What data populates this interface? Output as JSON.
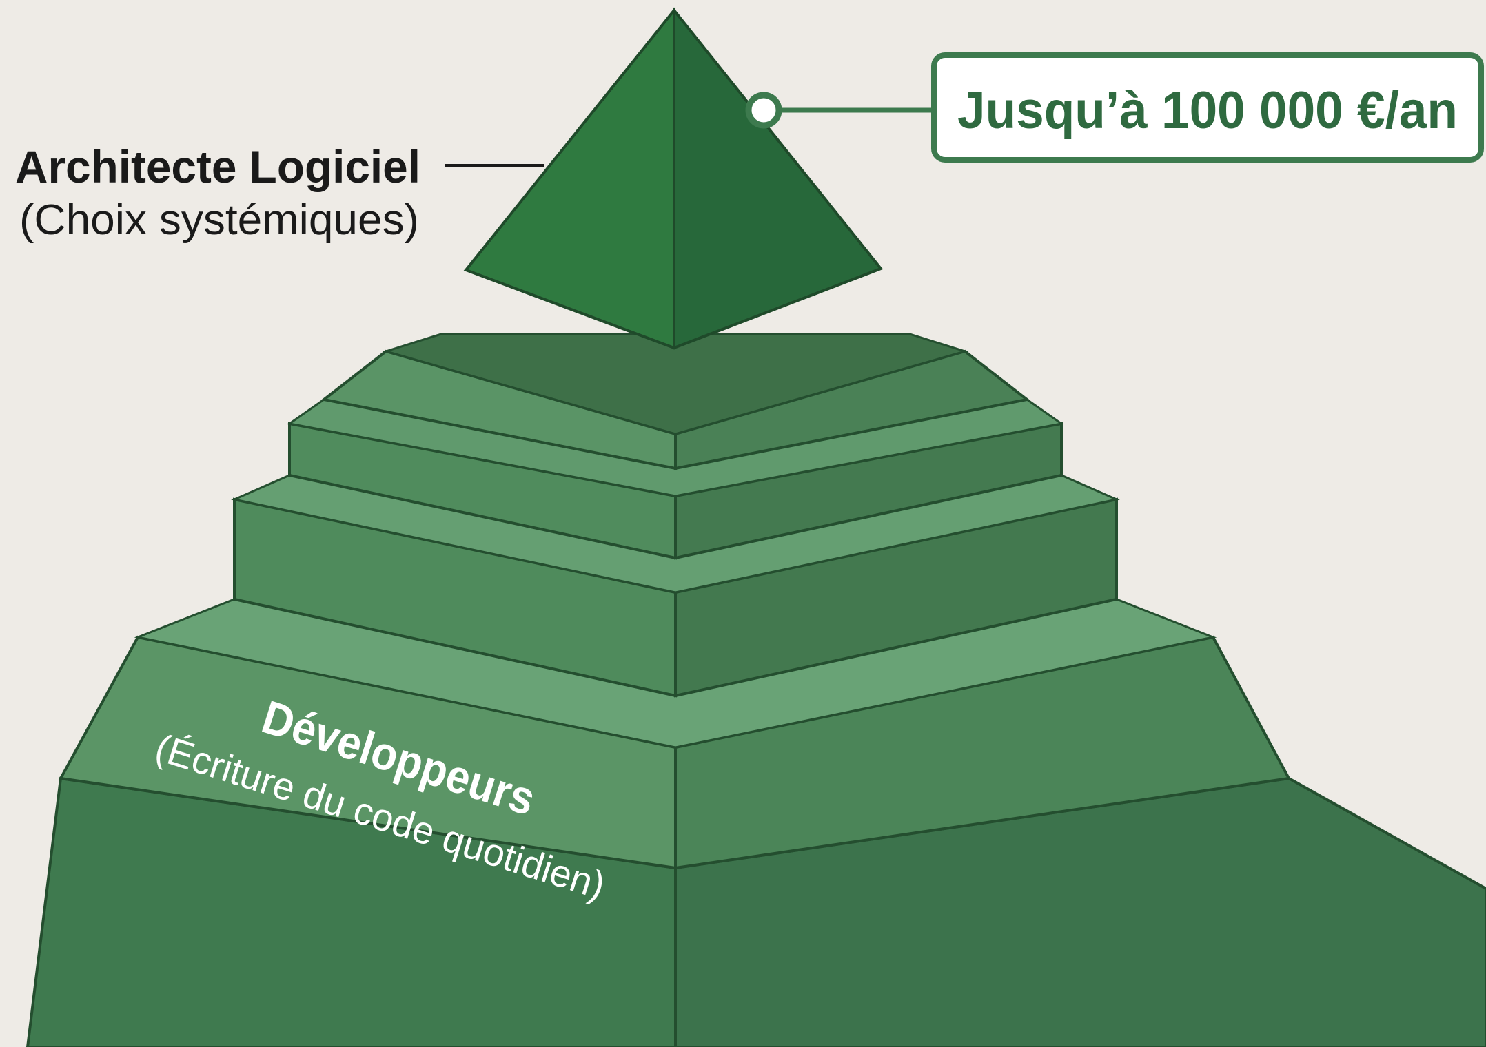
{
  "diagram": {
    "type": "pyramid",
    "levels": [
      {
        "tier": "top",
        "title": "Architecte Logiciel",
        "subtitle": "(Choix systémiques)"
      },
      {
        "tier": "middle-3",
        "title": "",
        "subtitle": ""
      },
      {
        "tier": "middle-2",
        "title": "",
        "subtitle": ""
      },
      {
        "tier": "middle-1",
        "title": "",
        "subtitle": ""
      },
      {
        "tier": "base",
        "title": "Développeurs",
        "subtitle": "(Écriture du code quotidien)"
      }
    ],
    "callout": {
      "label": "Jusqu’à 100 000 €/an"
    },
    "colors": {
      "background": "#eeebe6",
      "green_dark": "#2a6a3a",
      "green_mid": "#4d8a5d",
      "green_light": "#5d9a6d",
      "stroke": "#244e2f",
      "callout_border": "#3d7a4e",
      "callout_text": "#2f6a40"
    }
  }
}
